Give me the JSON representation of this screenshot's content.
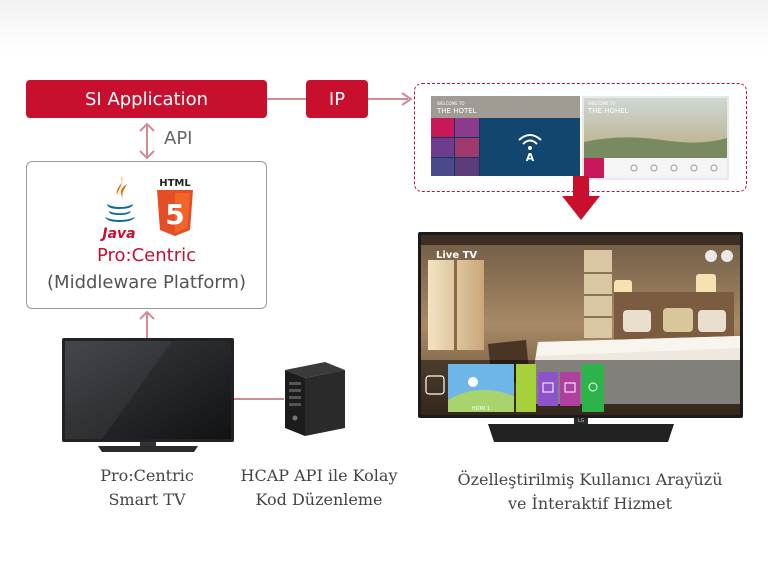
{
  "diagram": {
    "si_application": "SI Application",
    "ip": "IP",
    "api": "API",
    "platform": {
      "java_label": "Java",
      "html_label": "HTML",
      "html_version": "5",
      "name": "Pro:Centric",
      "subtitle": "(Middleware Platform)"
    },
    "screens": {
      "left_title": "THE HOTEL",
      "right_title": "THE HOHEL"
    },
    "big_tv": {
      "live_label": "Live TV",
      "tile_label": "HDMI 1",
      "brand": "LG"
    },
    "captions": {
      "tv_line1": "Pro:Centric",
      "tv_line2": "Smart TV",
      "hcap_line1": "HCAP API ile Kolay",
      "hcap_line2": "Kod Düzenleme",
      "ui_line1": "Özelleştirilmiş Kullanıcı Arayüzü",
      "ui_line2": "ve İnteraktif Hizmet"
    }
  },
  "colors": {
    "accent": "#c8102e",
    "connector": "#d48a96"
  }
}
